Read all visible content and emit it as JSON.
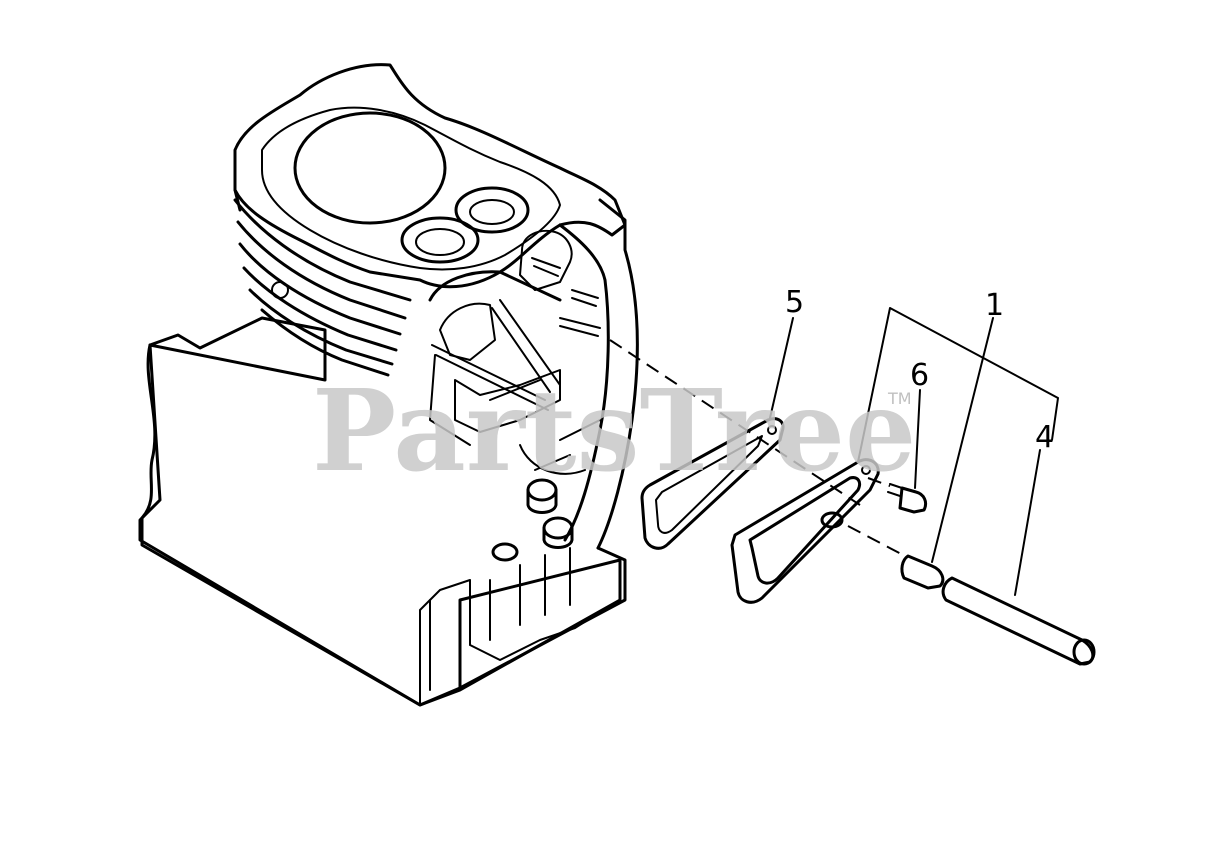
{
  "diagram": {
    "callouts": {
      "c1": "1",
      "c4": "4",
      "c5": "5",
      "c6": "6"
    },
    "watermark": {
      "text": "PartsTree",
      "mark": "TM"
    }
  }
}
